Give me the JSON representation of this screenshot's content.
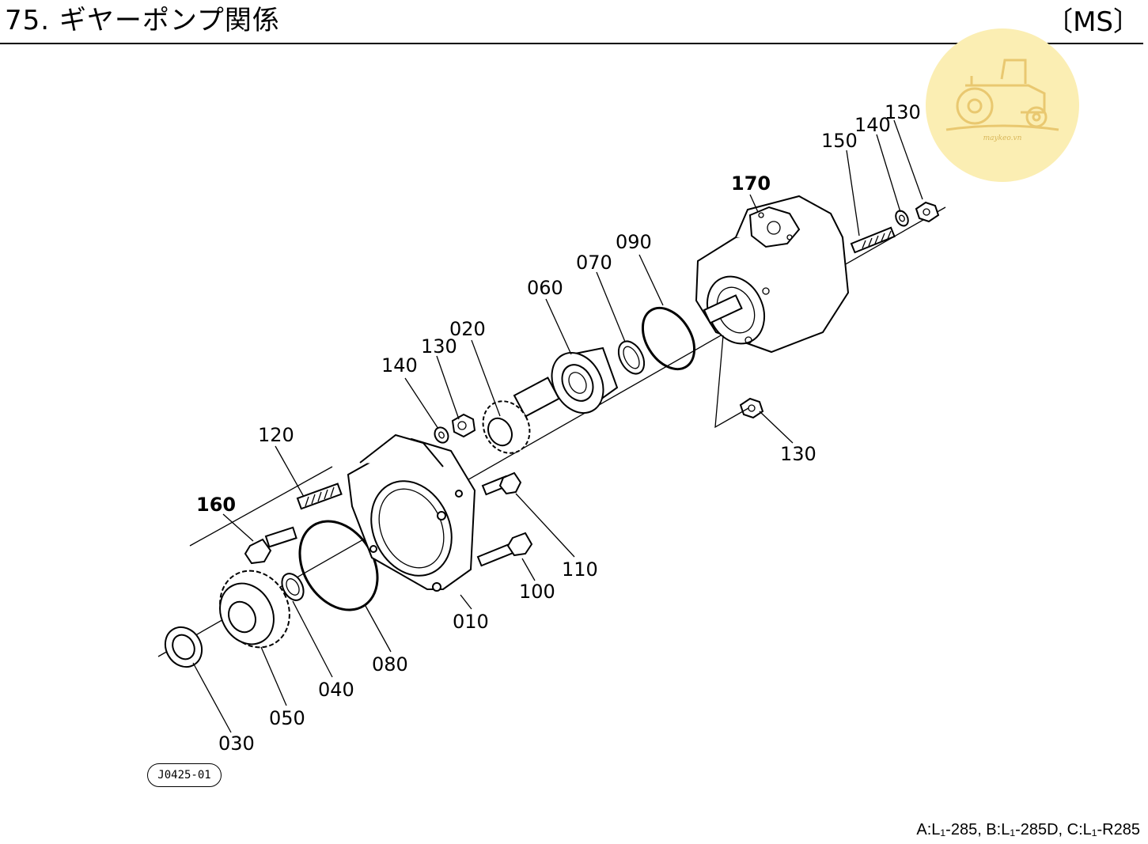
{
  "header": {
    "title": "75. ギヤーポンプ関係",
    "code": "〔MS〕"
  },
  "figure_code": "J0425-01",
  "footer_note": "A:L₁-285, B:L₁-285D, C:L₁-R285",
  "watermark": {
    "text": "maykeo.vn",
    "color": "#fbeeb3"
  },
  "parts": [
    {
      "id": "010",
      "bold": false
    },
    {
      "id": "020",
      "bold": false
    },
    {
      "id": "030",
      "bold": false
    },
    {
      "id": "040",
      "bold": false
    },
    {
      "id": "050",
      "bold": false
    },
    {
      "id": "060",
      "bold": false
    },
    {
      "id": "070",
      "bold": false
    },
    {
      "id": "080",
      "bold": false
    },
    {
      "id": "090",
      "bold": false
    },
    {
      "id": "100",
      "bold": false
    },
    {
      "id": "110",
      "bold": false
    },
    {
      "id": "120",
      "bold": false
    },
    {
      "id": "130",
      "bold": false
    },
    {
      "id": "140",
      "bold": false
    },
    {
      "id": "150",
      "bold": false
    },
    {
      "id": "160",
      "bold": true
    },
    {
      "id": "170",
      "bold": true
    }
  ]
}
